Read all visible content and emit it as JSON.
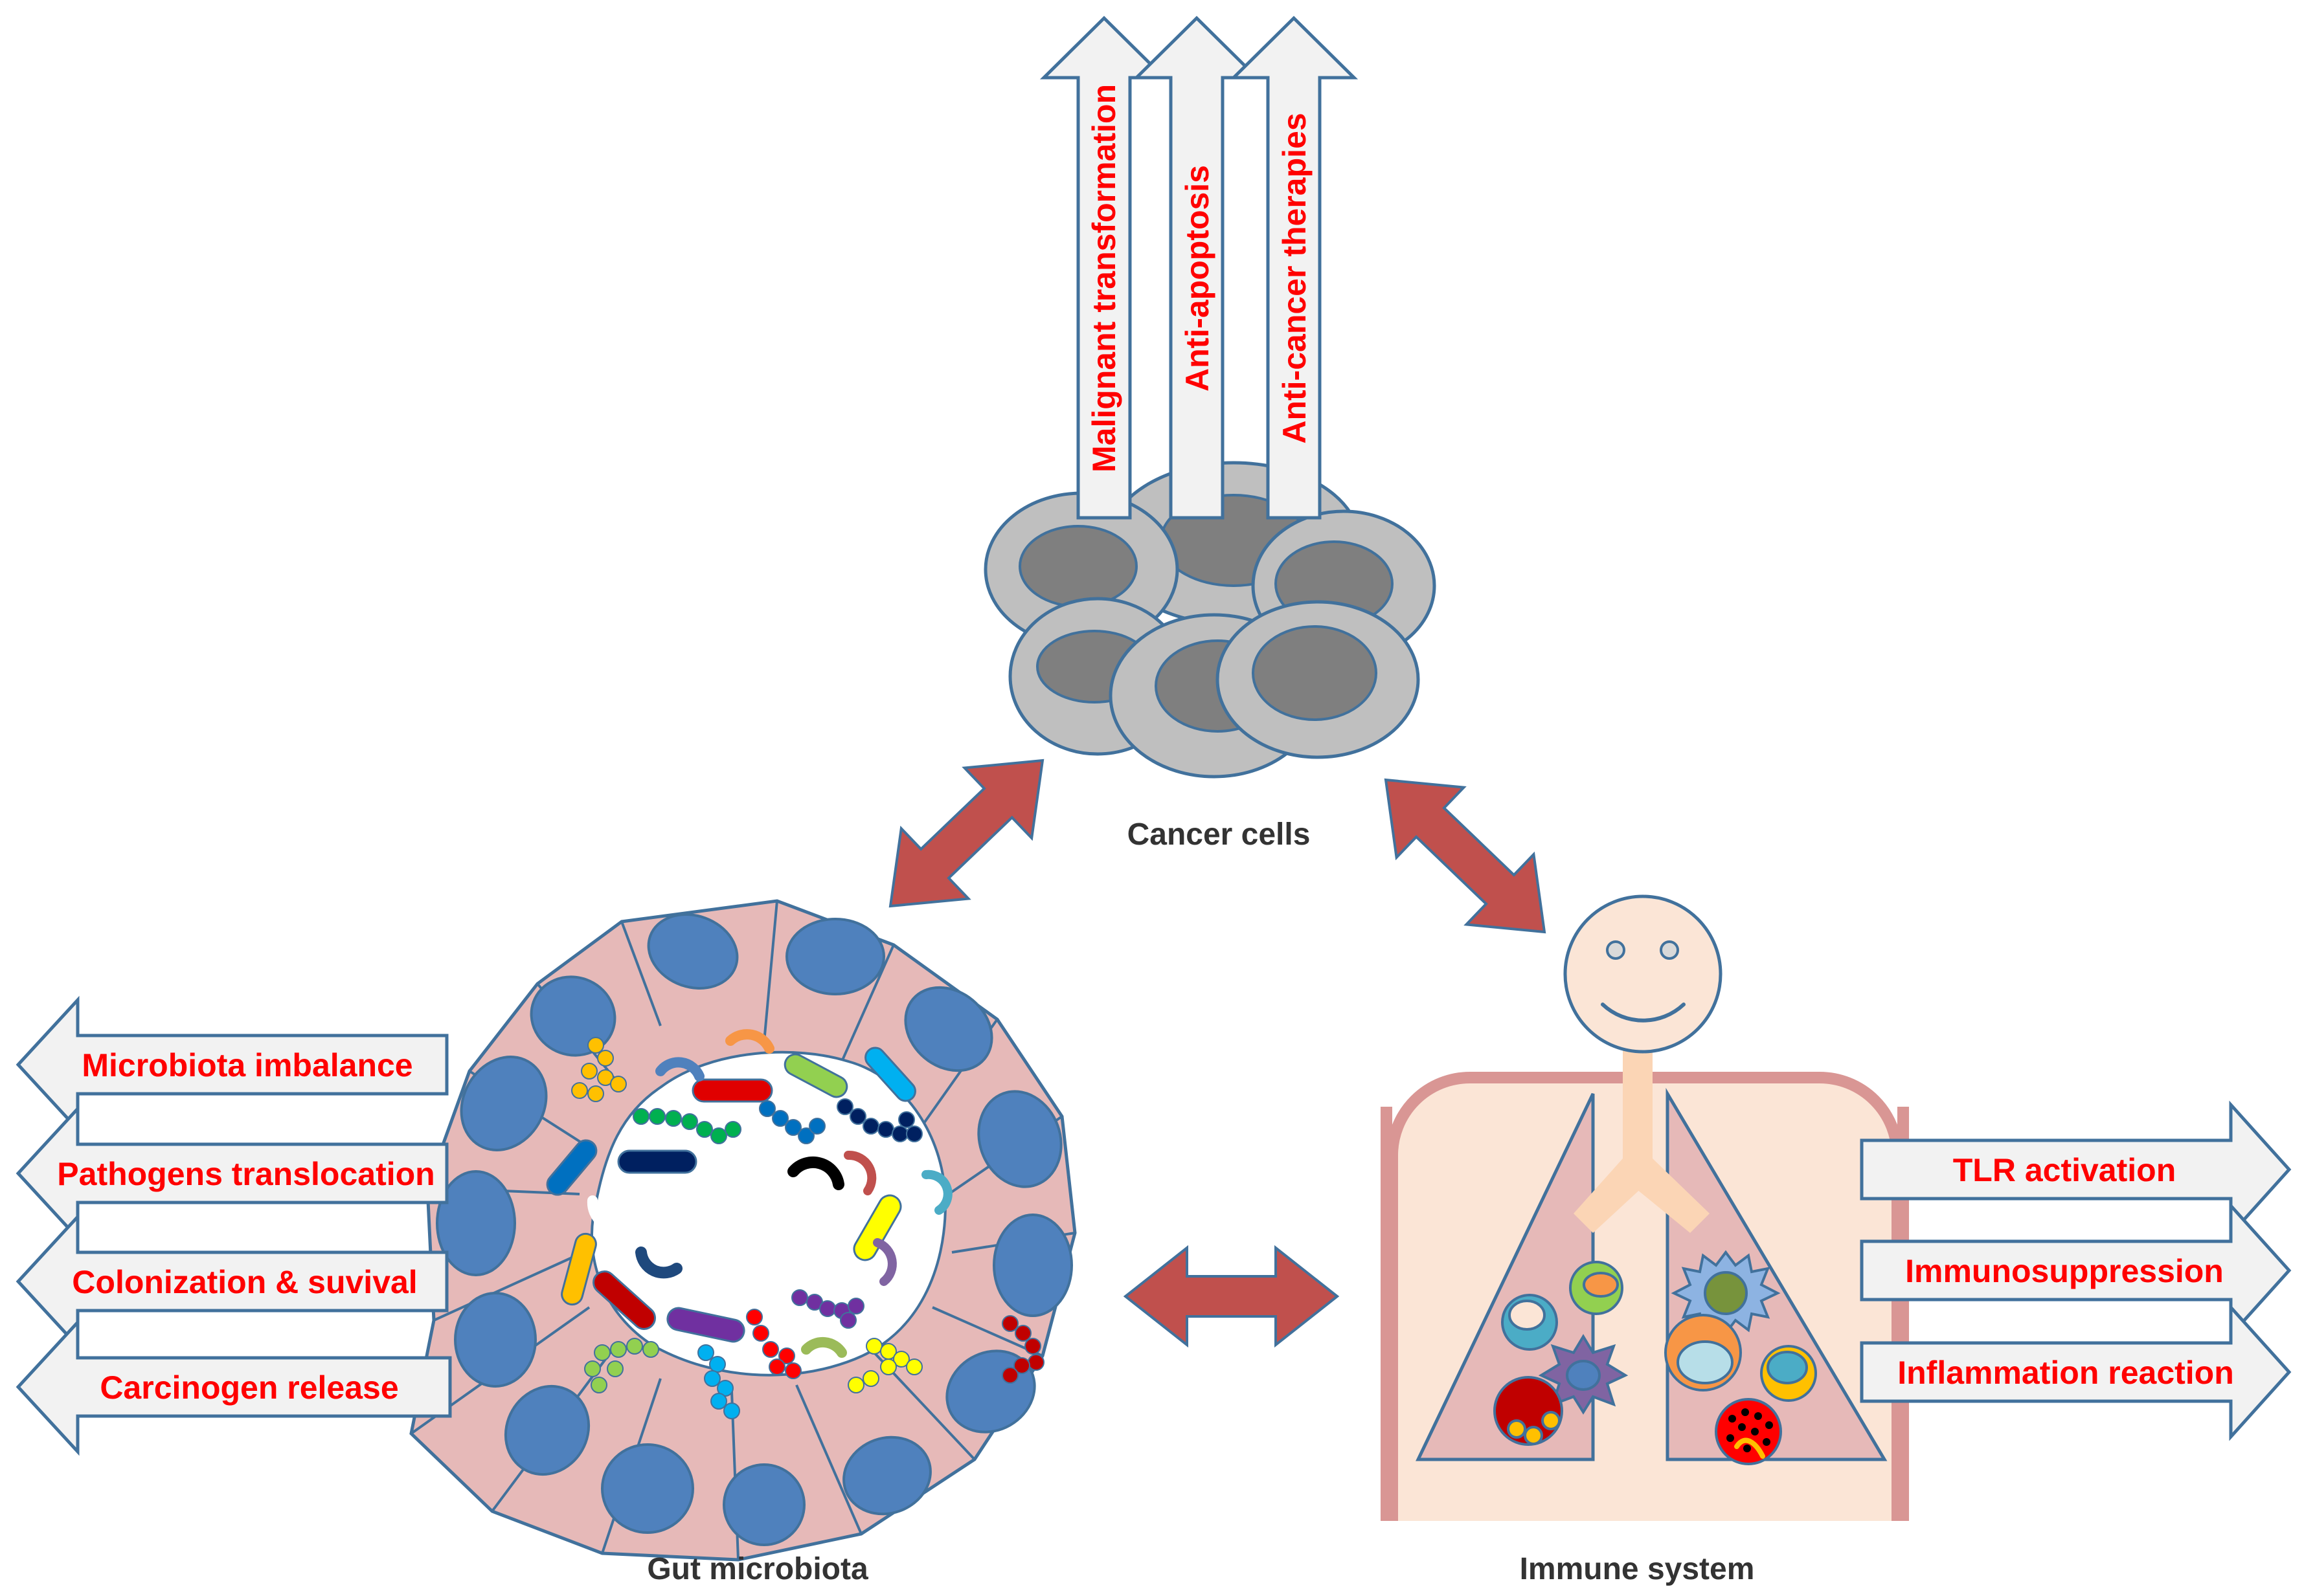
{
  "cancer": {
    "label": "Cancer cells",
    "arrows": [
      "Malignant transformation",
      "Anti-apoptosis",
      "Anti-cancer therapies"
    ]
  },
  "gut": {
    "label": "Gut microbiota",
    "arrows": [
      "Microbiota imbalance",
      "Pathogens translocation",
      "Colonization & suvival",
      "Carcinogen release"
    ]
  },
  "immune": {
    "label": "Immune system",
    "arrows": [
      "TLR activation",
      "Immunosuppression",
      "Inflammation reaction"
    ]
  },
  "colors": {
    "label_red": "#ff0000",
    "interaction_arrow": "#c0504d",
    "outline_blue": "#41719c",
    "cancer_cell_outer": "#bfbfbf",
    "cancer_cell_nucleus": "#7f7f7f",
    "epithelium_pink": "#e6b9b8",
    "nucleus_blue": "#4f81bd",
    "torso_pink": "#d99694",
    "skin": "#fbe5d6"
  }
}
